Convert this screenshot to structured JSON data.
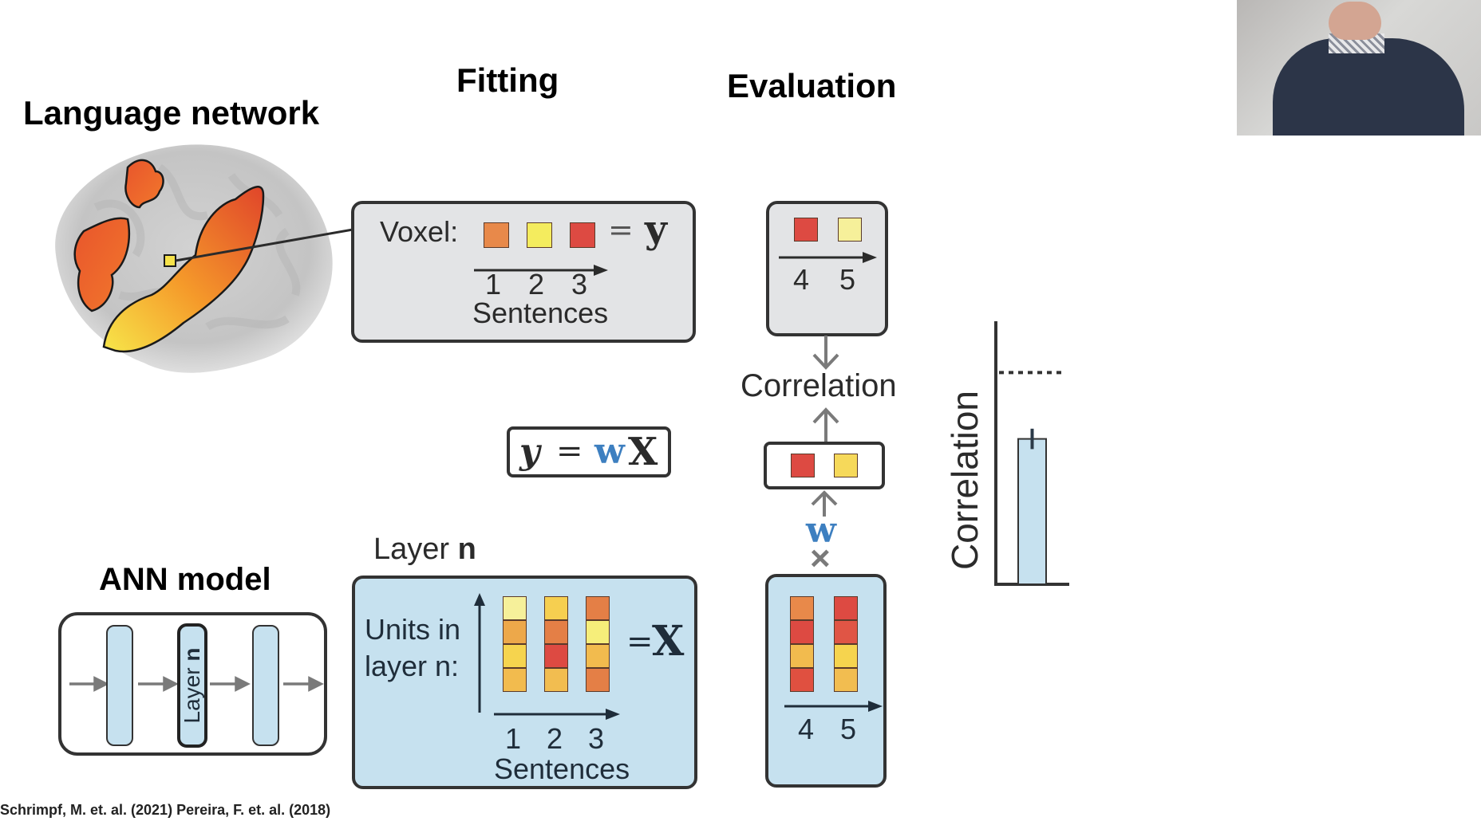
{
  "headings": {
    "language_network": "Language network",
    "fitting": "Fitting",
    "evaluation": "Evaluation",
    "ann_model": "ANN model"
  },
  "voxel_box": {
    "label": "Voxel:",
    "equals": "=",
    "variable": "y",
    "sentence_numbers": [
      "1",
      "2",
      "3"
    ],
    "axis_label": "Sentences",
    "squares": [
      "#e8894a",
      "#f4ec5e",
      "#dd4a42"
    ]
  },
  "eval_voxel_box": {
    "sentence_numbers": [
      "4",
      "5"
    ],
    "squares": [
      "#dd4a42",
      "#f6f09a"
    ]
  },
  "correlation_label": "Correlation",
  "prediction_box": {
    "squares": [
      "#dd4a42",
      "#f6d95a"
    ]
  },
  "weights_label": "w",
  "multiply_symbol": "×",
  "equation": {
    "lhs": "y",
    "equals": "=",
    "w": "w",
    "X": "X"
  },
  "layer_label": {
    "prefix": "Layer ",
    "bold": "n"
  },
  "units_box": {
    "label_line1": "Units in",
    "label_line2": "layer n:",
    "equals": "=",
    "variable": "X",
    "sentence_numbers": [
      "1",
      "2",
      "3"
    ],
    "axis_label": "Sentences",
    "columns": [
      [
        "#f6f09a",
        "#eda84a",
        "#f6d44e",
        "#f2bb4e"
      ],
      [
        "#f6cf50",
        "#e47f46",
        "#dd4a42",
        "#f2bd50"
      ],
      [
        "#e47f46",
        "#f6ee7a",
        "#f2bb4e",
        "#e47f46"
      ]
    ]
  },
  "eval_units_box": {
    "sentence_numbers": [
      "4",
      "5"
    ],
    "columns": [
      [
        "#e8894a",
        "#dd4a42",
        "#f2bb4e",
        "#e05040"
      ],
      [
        "#dd4a42",
        "#e05545",
        "#f6d44e",
        "#f2bd50"
      ]
    ]
  },
  "ann_model": {
    "layer_label_prefix": "Layer ",
    "layer_label_bold": "n"
  },
  "chart_data": {
    "type": "bar",
    "title": "",
    "xlabel": "",
    "ylabel": "Correlation",
    "categories": [
      ""
    ],
    "values": [
      0.57
    ],
    "error": [
      0.04
    ],
    "ceiling": 0.83,
    "ylim": [
      0,
      1
    ],
    "grid": false,
    "bar_color": "#c6e1ef"
  },
  "citation": "Schrimpf, M. et. al. (2021) Pereira, F. et. al. (2018)",
  "colors": {
    "outline": "#333333",
    "grey_fill": "#e3e4e6",
    "blue_fill": "#c6e1ef",
    "weight_blue": "#3d7fc0",
    "arrow_grey": "#7a7a7a"
  }
}
